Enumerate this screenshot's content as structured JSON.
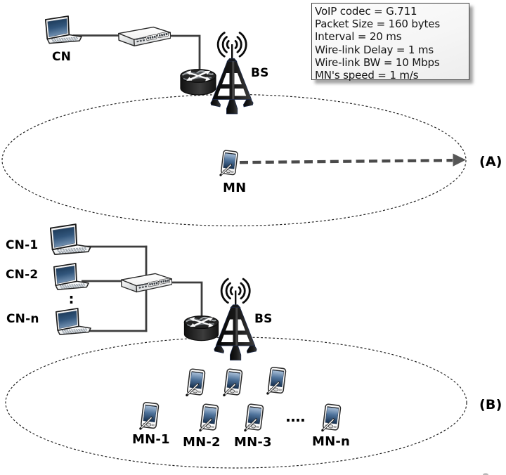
{
  "figure": {
    "panel_a": {
      "label": "(A)",
      "cn_label": "CN",
      "bs_label": "BS",
      "mn_label": "MN"
    },
    "params_box": {
      "lines": [
        "VoIP codec = G.711",
        "Packet Size = 160 bytes",
        "Interval = 20 ms",
        "Wire-link Delay = 1 ms",
        "Wire-link BW = 10 Mbps",
        "MN's speed = 1 m/s"
      ]
    },
    "panel_b": {
      "label": "(B)",
      "cn_labels": [
        "CN-1",
        "CN-2",
        "CN-n"
      ],
      "vertical_ellipsis": ":",
      "bs_label": "BS",
      "mn_labels": [
        "MN-1",
        "MN-2",
        "MN-3",
        "MN-n"
      ],
      "horizontal_ellipsis": "...."
    },
    "icons": {
      "laptop": "laptop-icon",
      "switch": "network-switch-icon",
      "router": "router-icon",
      "base_station": "base-station-tower-icon",
      "mobile_node": "pda-icon",
      "radio_waves": "radio-waves-icon",
      "movement_arrow": "dashed-arrow-icon"
    },
    "colors": {
      "background": "#ffffff",
      "wire": "#3d3d3d",
      "text": "#000000",
      "arrow": "#4a4a4a",
      "screen_blue": "#2a4a70"
    }
  }
}
